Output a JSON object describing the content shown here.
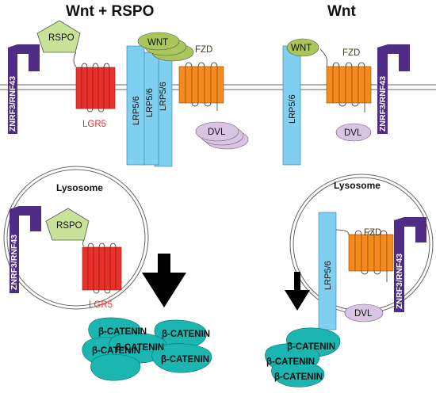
{
  "headings": {
    "left": "Wnt + RSPO",
    "right": "Wnt"
  },
  "labels": {
    "rspo": "RSPO",
    "znrf3": "ZNRF3/RNF43",
    "lgr5": "LGR5",
    "lrp": "LRP5/6",
    "wnt": "WNT",
    "fzd": "FZD",
    "dvl": "DVL",
    "lysosome": "Lysosome",
    "beta_catenin": "β-CATENIN"
  },
  "colors": {
    "rspo": "#c9e29a",
    "znrf3": "#4f2d87",
    "lgr5": "#e8312a",
    "lrp": "#7ecff0",
    "wnt": "#a9c65a",
    "fzd": "#f58a1f",
    "dvl": "#d9c4e4",
    "beta_catenin": "#1cb6b2",
    "arrow": "#000000"
  }
}
